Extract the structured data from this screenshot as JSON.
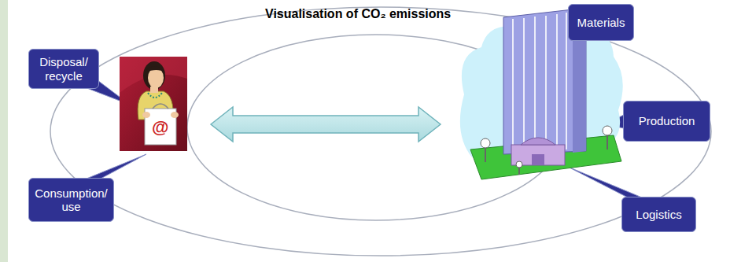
{
  "diagram": {
    "title": "Visualisation of CO₂ emissions",
    "nodes": [
      {
        "text": [
          "Materials"
        ]
      },
      {
        "text": [
          "Disposal/ recycle"
        ]
      },
      {
        "text": [
          "Production"
        ]
      },
      {
        "text": [
          "Consumption/ use"
        ]
      },
      {
        "text": [
          "Logistics"
        ]
      }
    ],
    "labels": [
      "@"
    ]
  }
}
